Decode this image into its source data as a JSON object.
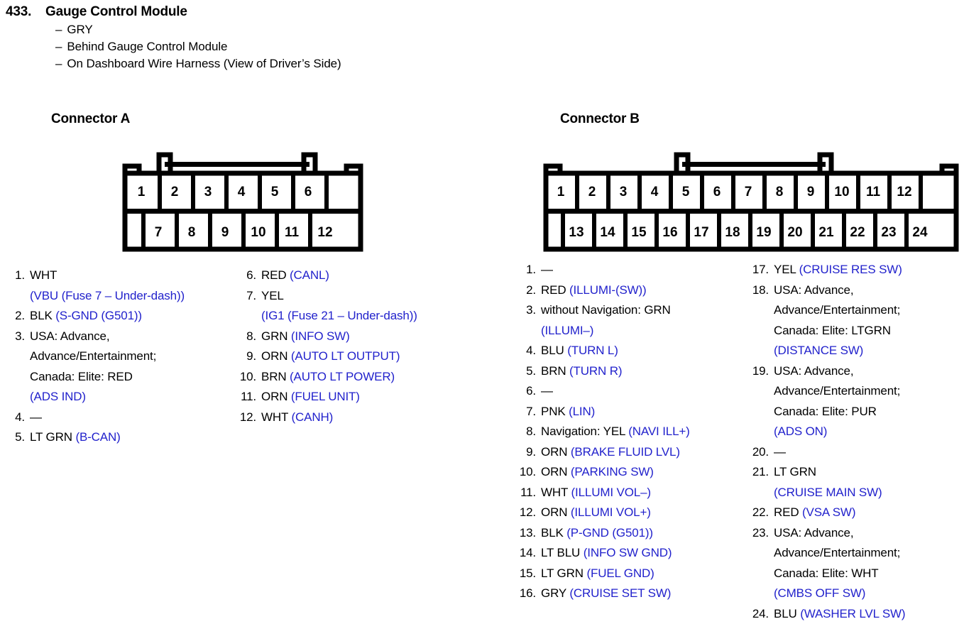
{
  "header": {
    "number": "433.",
    "title": "Gauge Control Module",
    "bullets": [
      "GRY",
      "Behind Gauge Control Module",
      "On Dashboard Wire Harness (View of Driver’s Side)"
    ],
    "dash": "–"
  },
  "colors": {
    "signal_blue": "#2222cc",
    "text_black": "#000000",
    "background": "#ffffff"
  },
  "connector_a": {
    "heading": "Connector A",
    "top_row": [
      "1",
      "2",
      "3",
      "4",
      "5",
      "6",
      ""
    ],
    "bottom_row": [
      "",
      "7",
      "8",
      "9",
      "10",
      "11",
      "12"
    ],
    "pins_left": [
      {
        "num": "1.",
        "lines": [
          {
            "black": "WHT",
            "blue": ""
          },
          {
            "black": "",
            "blue": "(VBU (Fuse 7 – Under-dash))"
          }
        ]
      },
      {
        "num": "2.",
        "lines": [
          {
            "black": "BLK ",
            "blue": "(S-GND (G501))"
          }
        ]
      },
      {
        "num": "3.",
        "lines": [
          {
            "black": "USA: Advance,",
            "blue": ""
          },
          {
            "black": "Advance/Entertainment;",
            "blue": ""
          },
          {
            "black": "Canada: Elite: RED",
            "blue": ""
          },
          {
            "black": "",
            "blue": "(ADS IND)"
          }
        ]
      },
      {
        "num": "4.",
        "lines": [
          {
            "black": "—",
            "blue": ""
          }
        ]
      },
      {
        "num": "5.",
        "lines": [
          {
            "black": "LT GRN ",
            "blue": "(B-CAN)"
          }
        ]
      }
    ],
    "pins_right": [
      {
        "num": "6.",
        "lines": [
          {
            "black": "RED ",
            "blue": "(CANL)"
          }
        ]
      },
      {
        "num": "7.",
        "lines": [
          {
            "black": "YEL",
            "blue": ""
          },
          {
            "black": "",
            "blue": "(IG1 (Fuse 21 – Under-dash))"
          }
        ]
      },
      {
        "num": "8.",
        "lines": [
          {
            "black": "GRN ",
            "blue": "(INFO SW)"
          }
        ]
      },
      {
        "num": "9.",
        "lines": [
          {
            "black": "ORN ",
            "blue": "(AUTO LT OUTPUT)"
          }
        ]
      },
      {
        "num": "10.",
        "lines": [
          {
            "black": "BRN ",
            "blue": "(AUTO LT POWER)"
          }
        ]
      },
      {
        "num": "11.",
        "lines": [
          {
            "black": "ORN ",
            "blue": "(FUEL UNIT)"
          }
        ]
      },
      {
        "num": "12.",
        "lines": [
          {
            "black": "WHT ",
            "blue": "(CANH)"
          }
        ]
      }
    ]
  },
  "connector_b": {
    "heading": "Connector B",
    "top_row": [
      "1",
      "2",
      "3",
      "4",
      "5",
      "6",
      "7",
      "8",
      "9",
      "10",
      "11",
      "12",
      ""
    ],
    "bottom_row": [
      "",
      "13",
      "14",
      "15",
      "16",
      "17",
      "18",
      "19",
      "20",
      "21",
      "22",
      "23",
      "24"
    ],
    "pins_left": [
      {
        "num": "1.",
        "lines": [
          {
            "black": "—",
            "blue": ""
          }
        ]
      },
      {
        "num": "2.",
        "lines": [
          {
            "black": "RED ",
            "blue": "(ILLUMI-(SW))"
          }
        ]
      },
      {
        "num": "3.",
        "lines": [
          {
            "black": "without Navigation: GRN",
            "blue": ""
          },
          {
            "black": "",
            "blue": "(ILLUMI–)"
          }
        ]
      },
      {
        "num": "4.",
        "lines": [
          {
            "black": "BLU ",
            "blue": "(TURN L)"
          }
        ]
      },
      {
        "num": "5.",
        "lines": [
          {
            "black": "BRN ",
            "blue": "(TURN R)"
          }
        ]
      },
      {
        "num": "6.",
        "lines": [
          {
            "black": "—",
            "blue": ""
          }
        ]
      },
      {
        "num": "7.",
        "lines": [
          {
            "black": "PNK ",
            "blue": "(LIN)"
          }
        ]
      },
      {
        "num": "8.",
        "lines": [
          {
            "black": "Navigation: YEL ",
            "blue": "(NAVI ILL+)"
          }
        ]
      },
      {
        "num": "9.",
        "lines": [
          {
            "black": "ORN ",
            "blue": "(BRAKE FLUID LVL)"
          }
        ]
      },
      {
        "num": "10.",
        "lines": [
          {
            "black": "ORN ",
            "blue": "(PARKING SW)"
          }
        ]
      },
      {
        "num": "11.",
        "lines": [
          {
            "black": "WHT ",
            "blue": "(ILLUMI VOL–)"
          }
        ]
      },
      {
        "num": "12.",
        "lines": [
          {
            "black": "ORN ",
            "blue": "(ILLUMI VOL+)"
          }
        ]
      },
      {
        "num": "13.",
        "lines": [
          {
            "black": "BLK ",
            "blue": "(P-GND (G501))"
          }
        ]
      },
      {
        "num": "14.",
        "lines": [
          {
            "black": "LT BLU ",
            "blue": "(INFO SW GND)"
          }
        ]
      },
      {
        "num": "15.",
        "lines": [
          {
            "black": "LT GRN ",
            "blue": "(FUEL GND)"
          }
        ]
      },
      {
        "num": "16.",
        "lines": [
          {
            "black": "GRY ",
            "blue": "(CRUISE SET SW)"
          }
        ]
      }
    ],
    "pins_right": [
      {
        "num": "17.",
        "lines": [
          {
            "black": "YEL ",
            "blue": "(CRUISE RES SW)"
          }
        ]
      },
      {
        "num": "18.",
        "lines": [
          {
            "black": "USA: Advance,",
            "blue": ""
          },
          {
            "black": "Advance/Entertainment;",
            "blue": ""
          },
          {
            "black": "Canada: Elite: LTGRN",
            "blue": ""
          },
          {
            "black": "",
            "blue": "(DISTANCE SW)"
          }
        ]
      },
      {
        "num": "19.",
        "lines": [
          {
            "black": "USA: Advance,",
            "blue": ""
          },
          {
            "black": "Advance/Entertainment;",
            "blue": ""
          },
          {
            "black": "Canada: Elite: PUR",
            "blue": ""
          },
          {
            "black": "",
            "blue": "(ADS ON)"
          }
        ]
      },
      {
        "num": "20.",
        "lines": [
          {
            "black": "—",
            "blue": ""
          }
        ]
      },
      {
        "num": "21.",
        "lines": [
          {
            "black": "LT GRN",
            "blue": ""
          },
          {
            "black": "",
            "blue": "(CRUISE MAIN SW)"
          }
        ]
      },
      {
        "num": "22.",
        "lines": [
          {
            "black": "RED ",
            "blue": "(VSA SW)"
          }
        ]
      },
      {
        "num": "23.",
        "lines": [
          {
            "black": "USA: Advance,",
            "blue": ""
          },
          {
            "black": "Advance/Entertainment;",
            "blue": ""
          },
          {
            "black": "Canada: Elite: WHT",
            "blue": ""
          },
          {
            "black": "",
            "blue": "(CMBS OFF SW)"
          }
        ]
      },
      {
        "num": "24.",
        "lines": [
          {
            "black": "BLU ",
            "blue": "(WASHER LVL SW)"
          }
        ]
      }
    ]
  }
}
